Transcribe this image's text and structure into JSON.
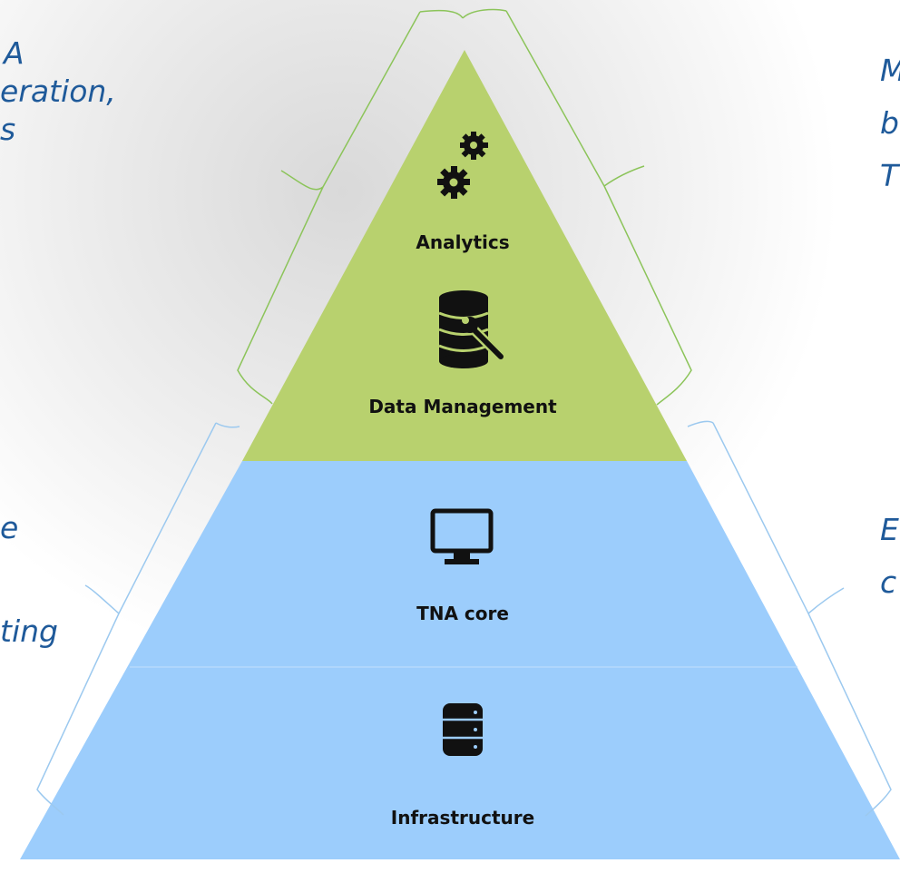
{
  "layers": {
    "analytics": {
      "label": "Analytics",
      "icon": "gears-icon"
    },
    "data_management": {
      "label": "Data Management",
      "icon": "database-wrench-icon"
    },
    "tna_core": {
      "label": "TNA core",
      "icon": "monitor-icon"
    },
    "infrastructure": {
      "label": "Infrastructure",
      "icon": "server-database-icon"
    }
  },
  "side_text": {
    "left_top": [
      "A",
      "eration,",
      "s"
    ],
    "left_bottom": [
      "e",
      "ting"
    ],
    "right_top": [
      "M",
      "b",
      "T"
    ],
    "right_bottom": [
      "E",
      "c"
    ]
  },
  "colors": {
    "top_tier": "#b8d16e",
    "bottom_tier": "#9ccdfc",
    "top_bracket": "#8cc45a",
    "bottom_bracket": "#9cc9ef",
    "side_text": "#1f5a9a"
  }
}
